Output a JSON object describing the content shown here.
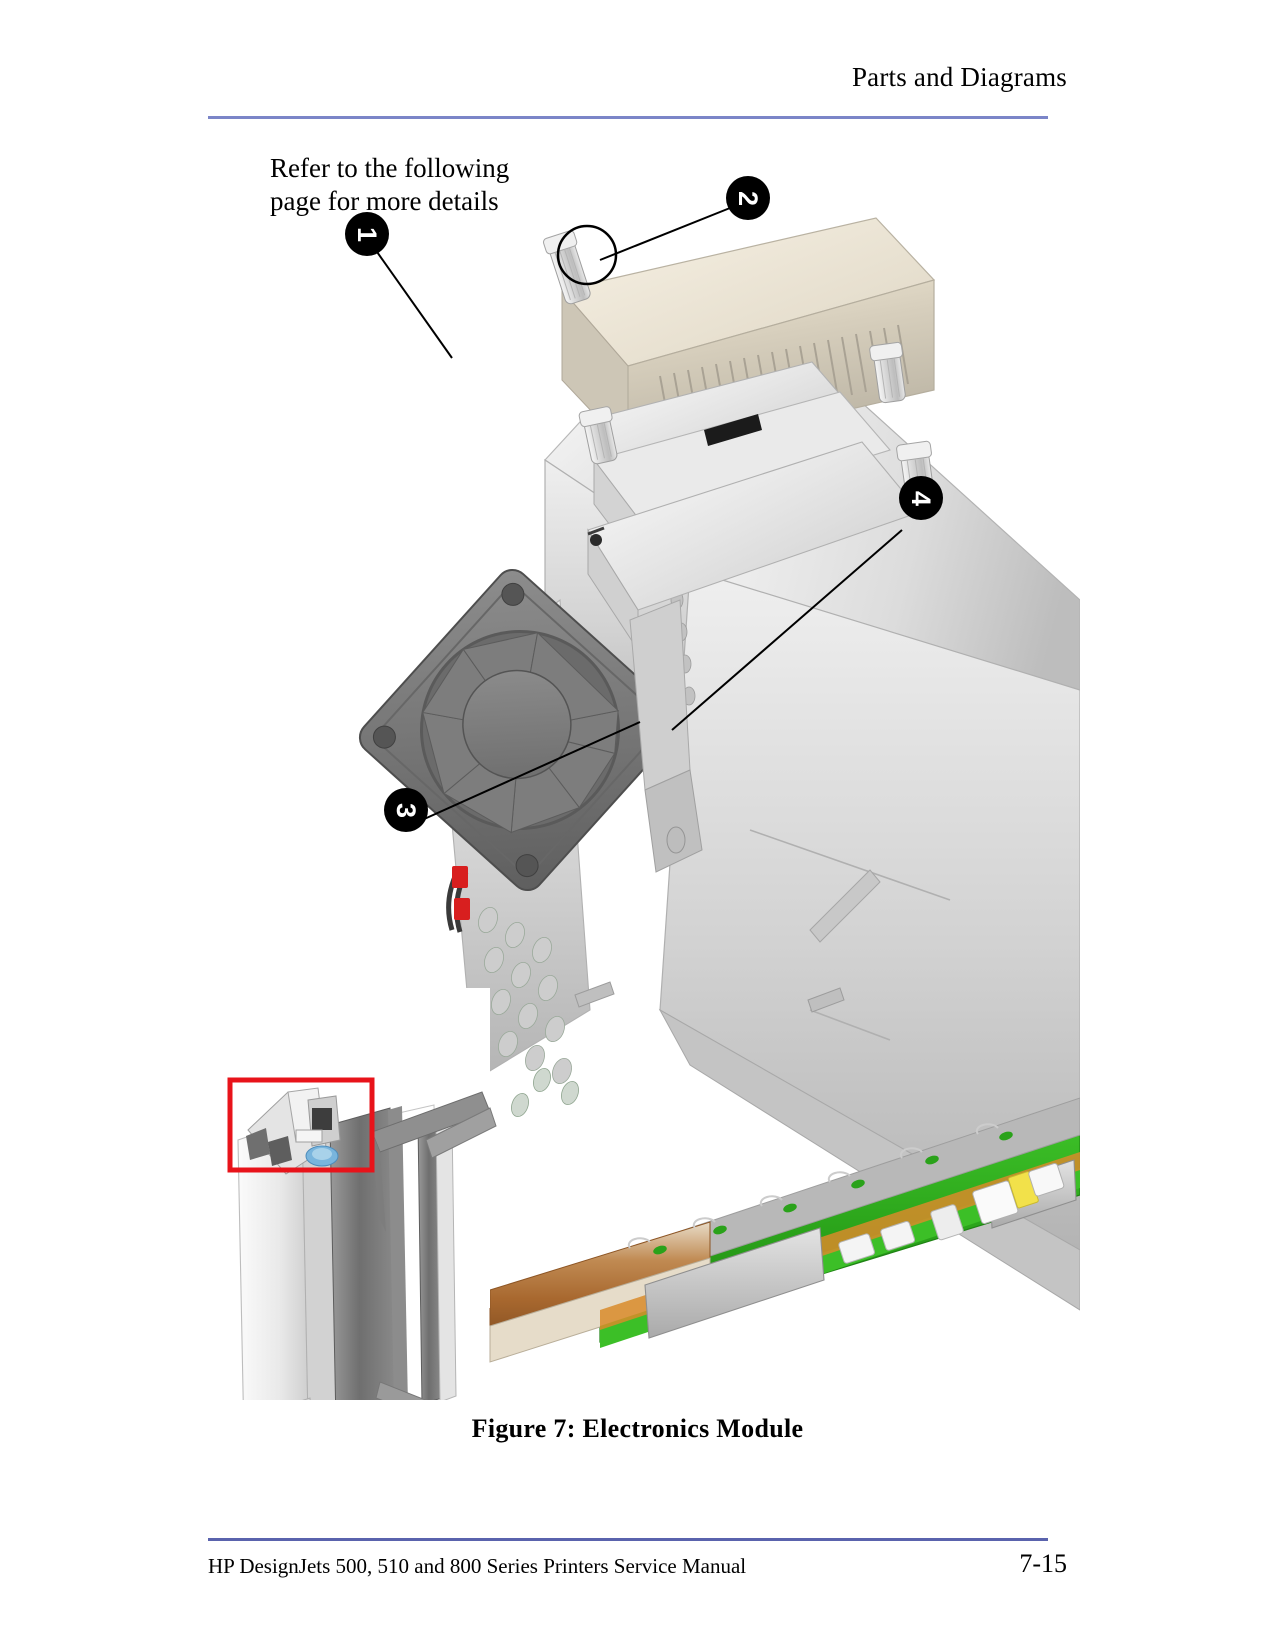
{
  "header": {
    "title": "Parts and Diagrams",
    "rule_color": "#7b85c8"
  },
  "footer": {
    "manual_title": "HP DesignJets 500, 510 and 800 Series Printers Service Manual",
    "page_number": "7-15",
    "rule_color": "#5a63ad"
  },
  "figure": {
    "caption": "Figure 7: Electronics Module",
    "note": "Refer to the following\npage for more details",
    "callouts": [
      {
        "number": "1",
        "label": "callout-1"
      },
      {
        "number": "2",
        "label": "callout-2"
      },
      {
        "number": "3",
        "label": "callout-3"
      },
      {
        "number": "4",
        "label": "callout-4"
      }
    ],
    "highlight_box_color": "#e8131a",
    "pcb_color": "#2aa21a",
    "fan_color": "#6e6e6e",
    "chassis_color": "#d9d9d9"
  }
}
